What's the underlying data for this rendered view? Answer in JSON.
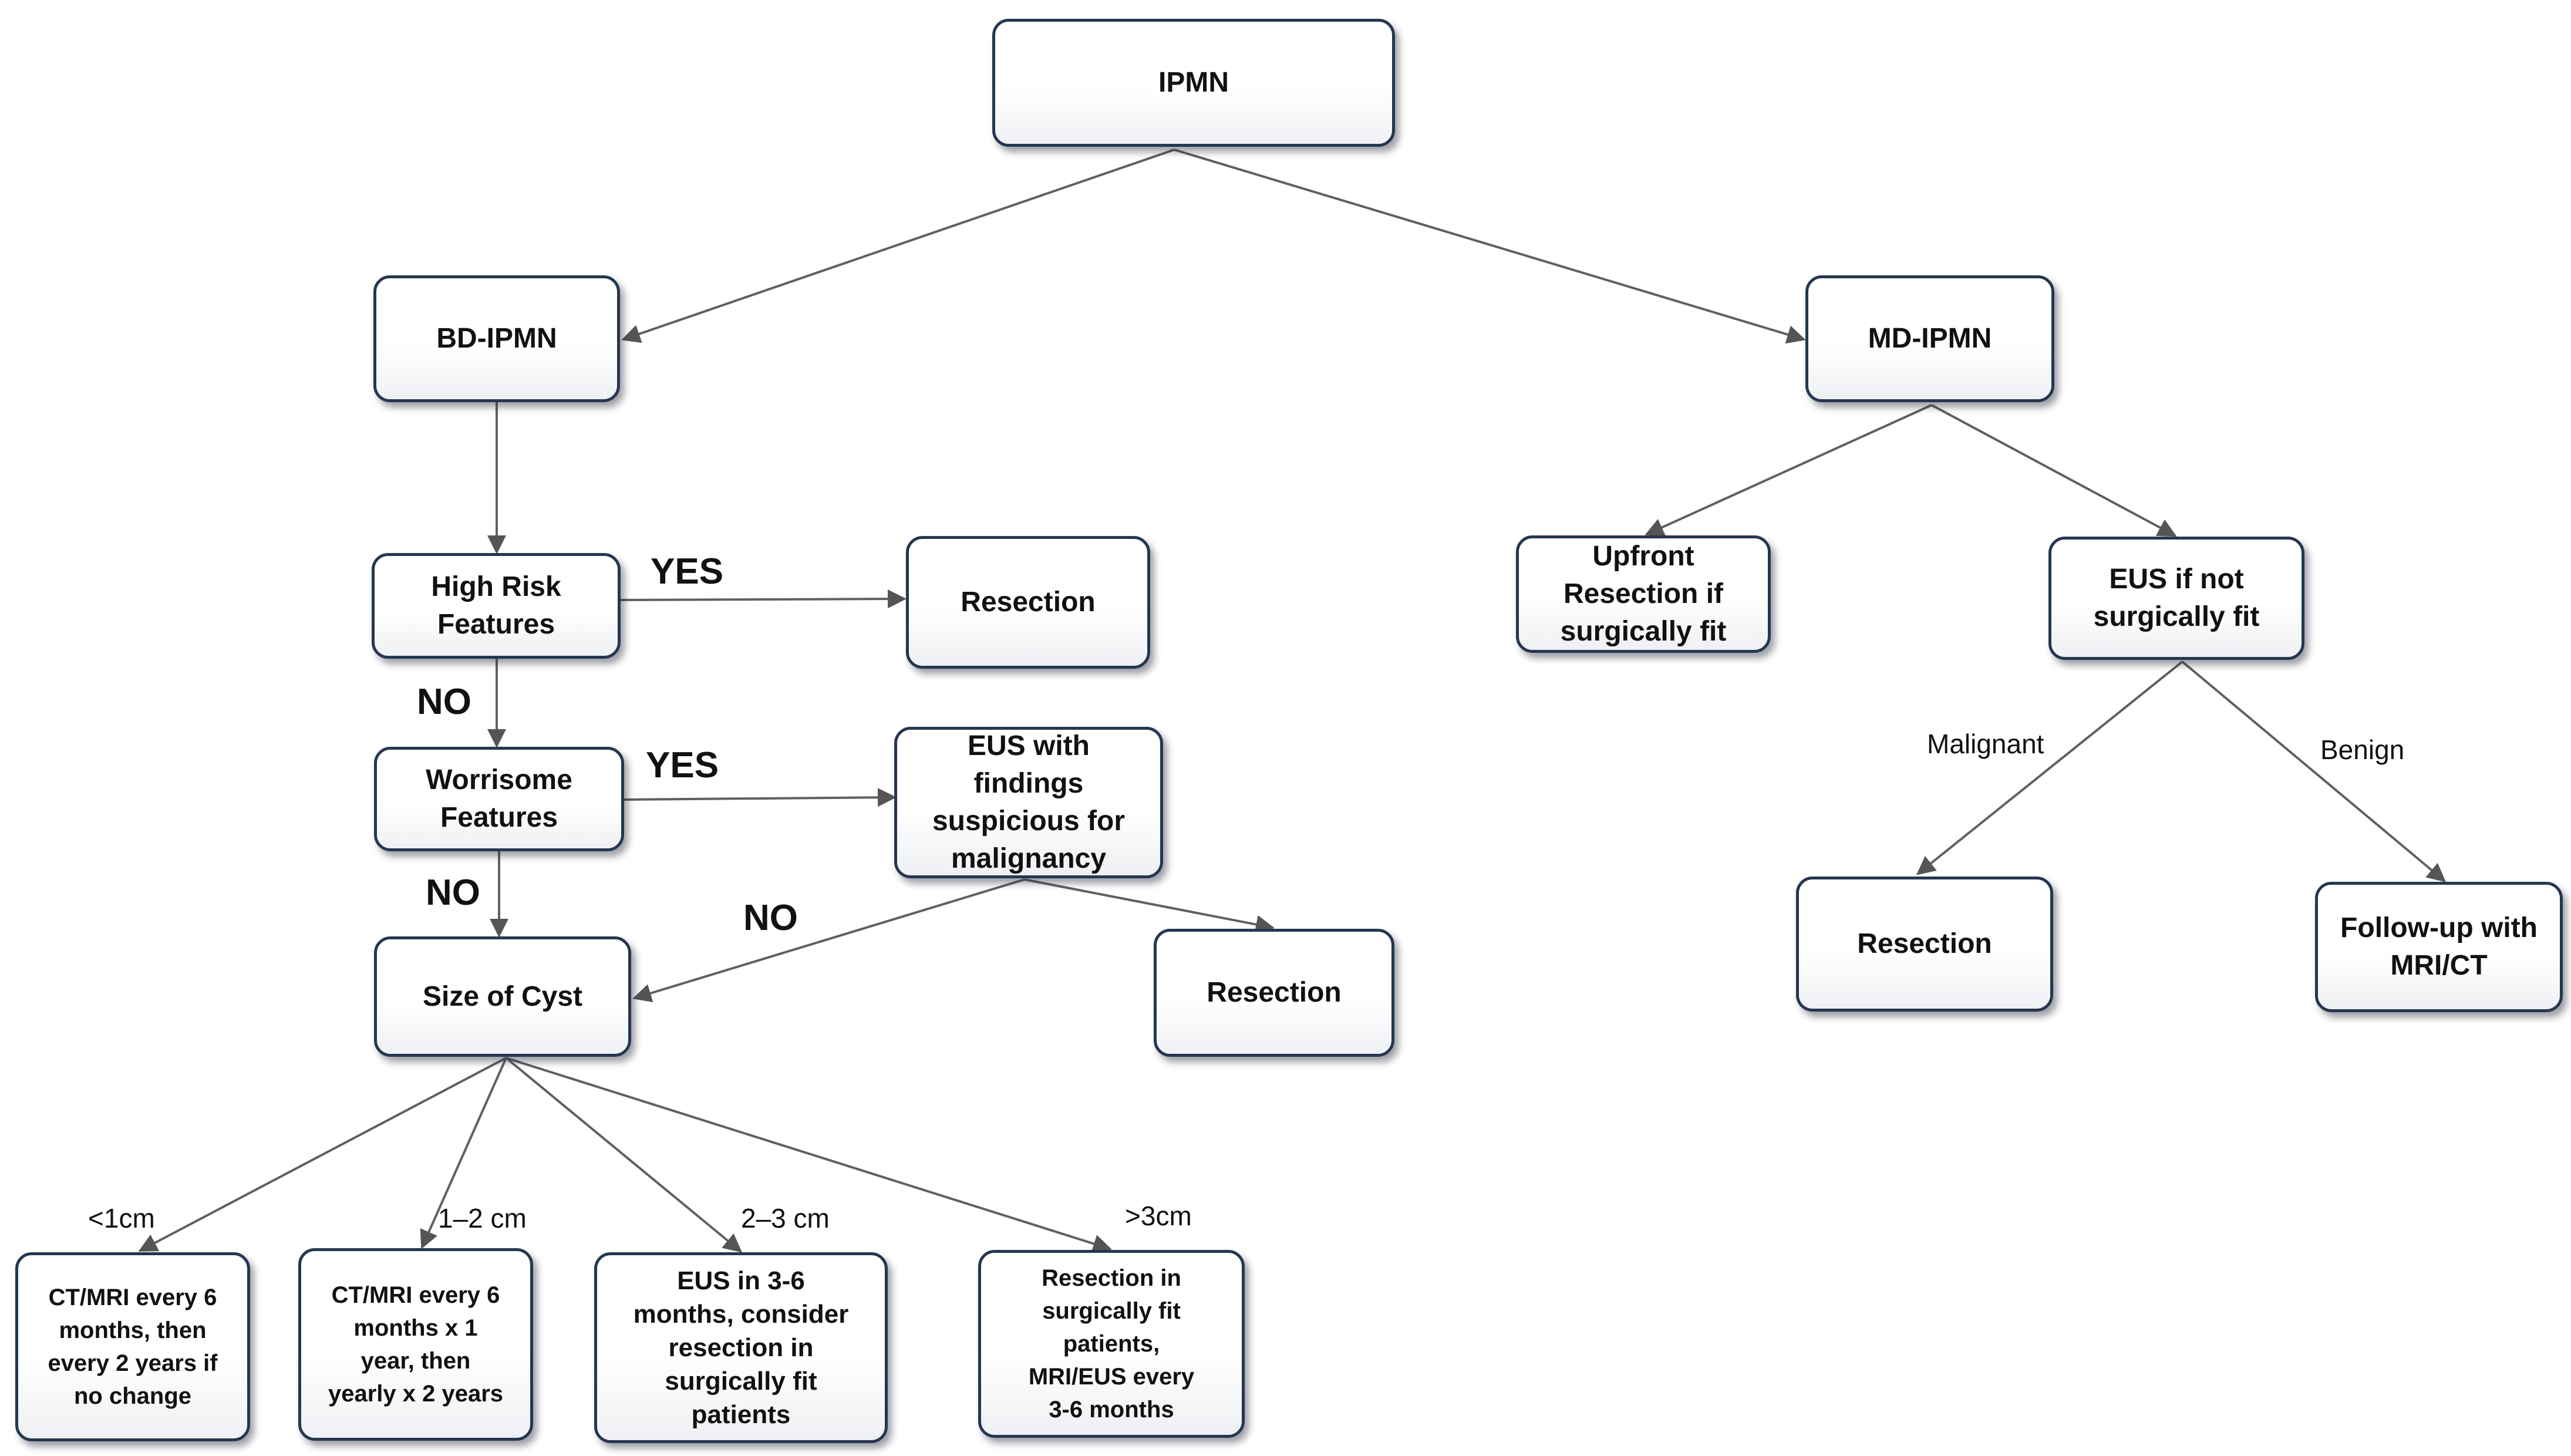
{
  "nodes": {
    "ipmn": "IPMN",
    "bd_ipmn": "BD-IPMN",
    "md_ipmn": "MD-IPMN",
    "high_risk": "High Risk Features",
    "resection_high_risk": "Resection",
    "worrisome": "Worrisome Features",
    "eus_suspicious": "EUS with findings suspicious for malignancy",
    "size_of_cyst": "Size of Cyst",
    "resection_eus": "Resection",
    "upfront_resection": "Upfront Resection if surgically fit",
    "eus_not_fit": "EUS if not surgically fit",
    "resection_malignant": "Resection",
    "follow_up": "Follow-up with MRI/CT",
    "size_lt1": "CT/MRI every 6 months, then every 2 years if no change",
    "size_1_2": "CT/MRI every 6 months x 1 year, then yearly x 2 years",
    "size_2_3": "EUS in 3-6 months, consider resection in surgically fit patients",
    "size_gt3": "Resection in surgically fit patients, MRI/EUS every 3-6 months"
  },
  "edge_labels": {
    "high_risk_yes": "YES",
    "high_risk_no": "NO",
    "worrisome_yes": "YES",
    "worrisome_no": "NO",
    "eus_no": "NO",
    "malignant": "Malignant",
    "benign": "Benign",
    "lt1cm": "<1cm",
    "cm_1_2": "1–2 cm",
    "cm_2_3": "2–3 cm",
    "gt3cm": ">3cm"
  }
}
